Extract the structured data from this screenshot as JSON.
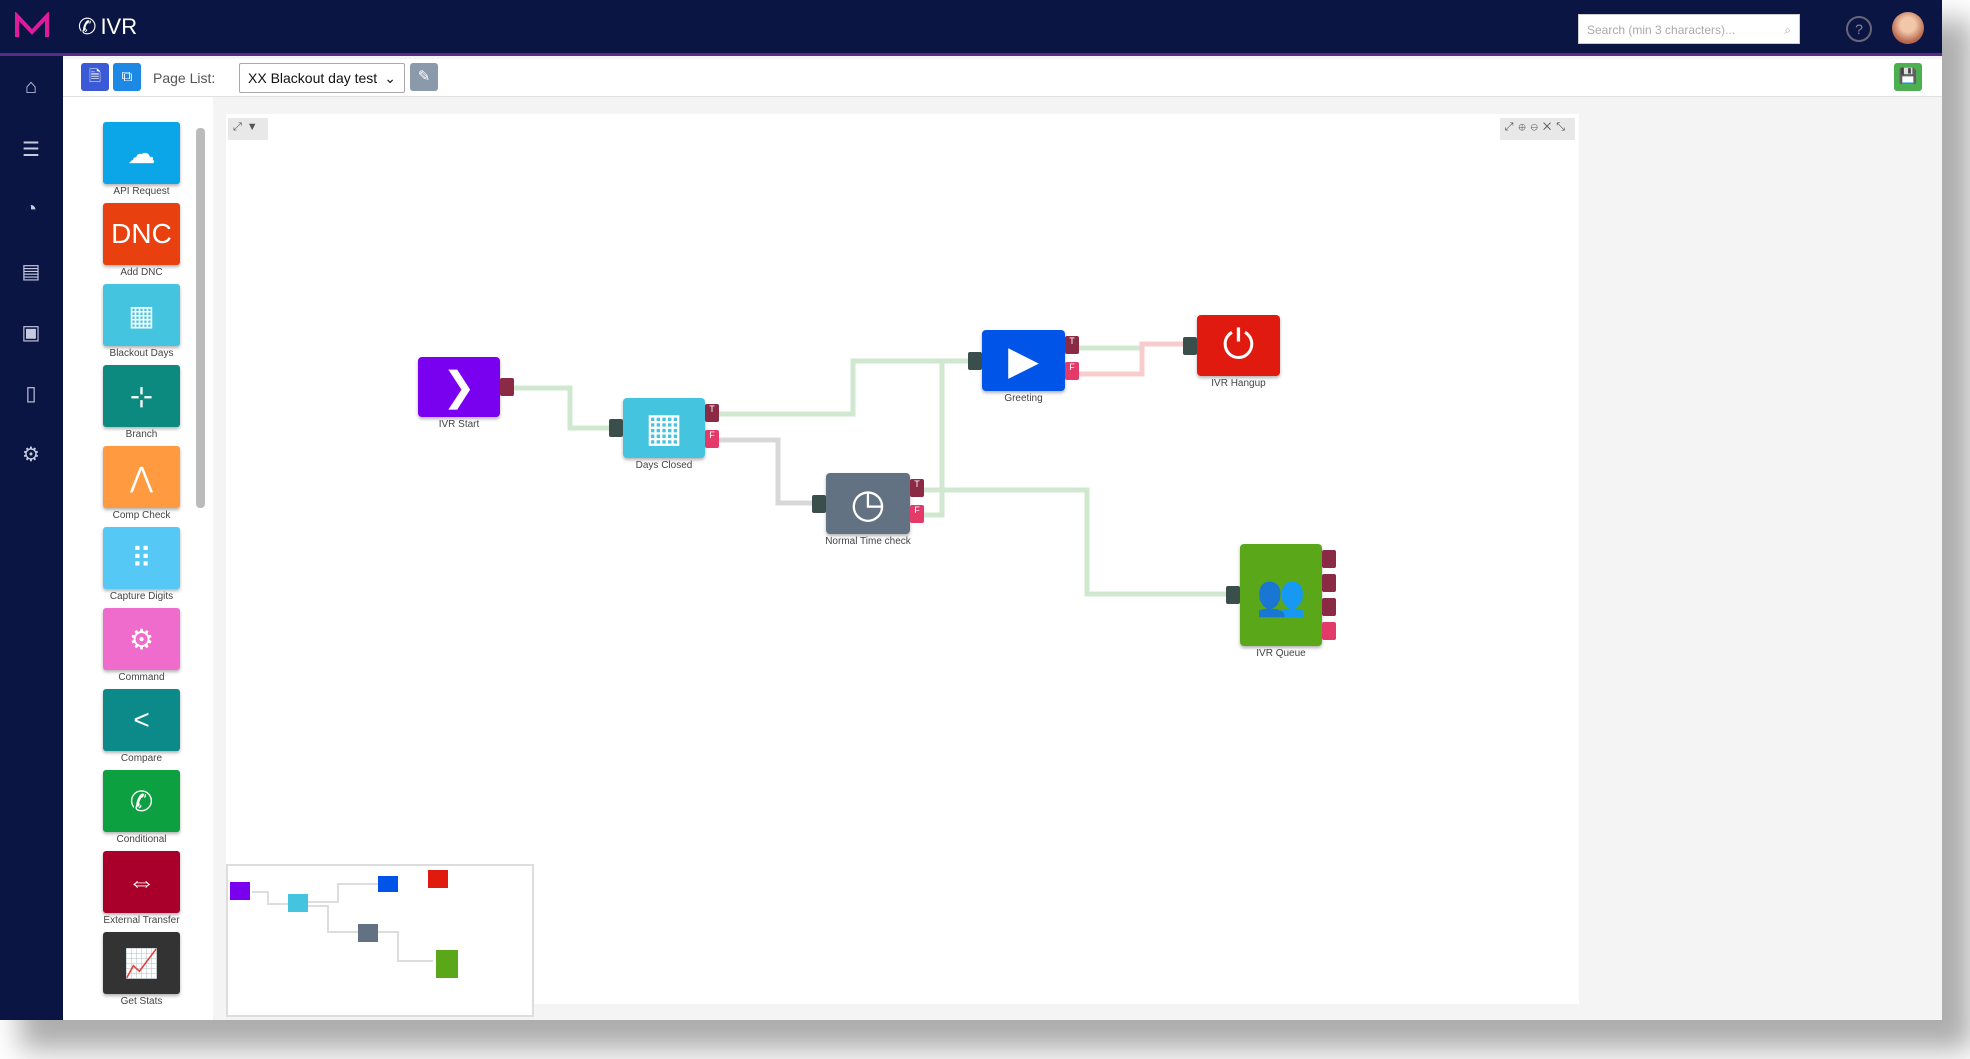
{
  "app": {
    "title": "IVR",
    "search_placeholder": "Search (min 3 characters)...",
    "help": "?"
  },
  "toolbar": {
    "page_list_label": "Page List:",
    "page_selected": "XX Blackout day test"
  },
  "palette": [
    {
      "label": "API Request",
      "color": "#0aa6e8",
      "icon": "cloud-icon",
      "glyph": "☁"
    },
    {
      "label": "Add DNC",
      "color": "#e8400e",
      "icon": "dnc-icon",
      "glyph": "DNC"
    },
    {
      "label": "Blackout Days",
      "color": "#45c4e0",
      "icon": "calendar-icon",
      "glyph": "▦"
    },
    {
      "label": "Branch",
      "color": "#0c8a80",
      "icon": "branch-icon",
      "glyph": "⊹"
    },
    {
      "label": "Comp Check",
      "color": "#ff9a40",
      "icon": "peak-icon",
      "glyph": "⋀"
    },
    {
      "label": "Capture Digits",
      "color": "#55c8f5",
      "icon": "keypad-icon",
      "glyph": "⠿"
    },
    {
      "label": "Command",
      "color": "#f06ccc",
      "icon": "gear-icon",
      "glyph": "⚙"
    },
    {
      "label": "Compare",
      "color": "#0c8a8a",
      "icon": "compare-icon",
      "glyph": "<"
    },
    {
      "label": "Conditional",
      "color": "#0ca040",
      "icon": "phone-doc-icon",
      "glyph": "✆"
    },
    {
      "label": "External Transfer",
      "color": "#a8002a",
      "icon": "transfer-icon",
      "glyph": "⇔"
    },
    {
      "label": "Get Stats",
      "color": "#333333",
      "icon": "chart-icon",
      "glyph": "📈"
    }
  ],
  "nodes": [
    {
      "label": "IVR Start",
      "color": "#7a00f0",
      "icon": "chevron-right-icon",
      "glyph": "❯"
    },
    {
      "label": "Days Closed",
      "color": "#45c4e0",
      "icon": "calendar-icon",
      "glyph": "▦"
    },
    {
      "label": "Normal Time check",
      "color": "#637283",
      "icon": "clock-icon",
      "glyph": "◷"
    },
    {
      "label": "Greeting",
      "color": "#0055e8",
      "icon": "play-icon",
      "glyph": "▶"
    },
    {
      "label": "IVR Hangup",
      "color": "#e01a0e",
      "icon": "power-icon",
      "glyph": "⏻"
    },
    {
      "label": "IVR Queue",
      "color": "#5aa81a",
      "icon": "users-icon",
      "glyph": "👥"
    }
  ],
  "ports": {
    "true": "T",
    "false": "F"
  }
}
